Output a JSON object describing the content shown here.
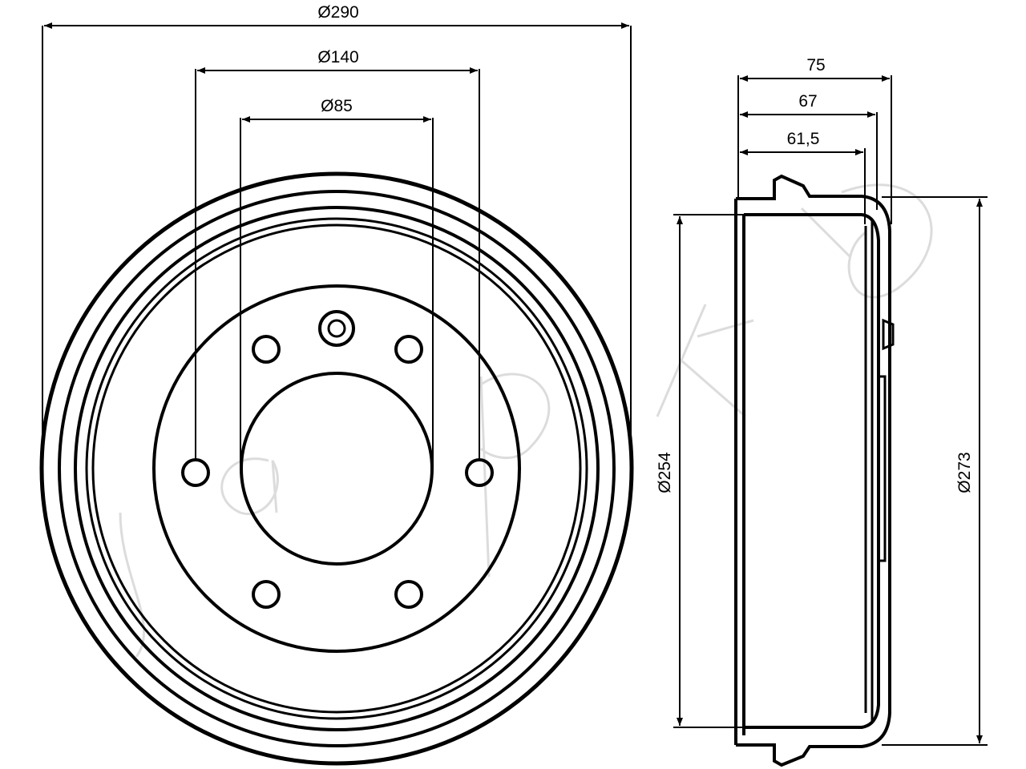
{
  "front_view": {
    "outer_diameter_label": "Ø290",
    "bolt_circle_label": "Ø140",
    "center_bore_label": "Ø85"
  },
  "side_view": {
    "overall_height_label": "75",
    "height_67_label": "67",
    "height_61_5_label": "61,5",
    "inner_diameter_label": "Ø254",
    "outer_rim_diameter_label": "Ø273"
  },
  "watermark": "Japko",
  "colors": {
    "line": "#000000",
    "background": "#ffffff",
    "watermark": "#9a9a9a"
  }
}
